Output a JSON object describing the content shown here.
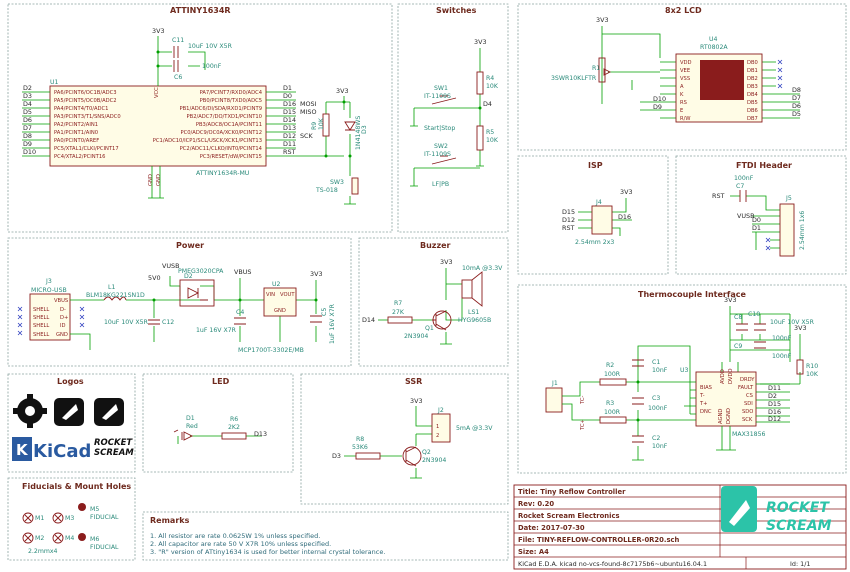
{
  "sheet": {
    "border_color": "#8aa4a0",
    "wire_color": "#00a000",
    "symbol_color": "#8a1c1c",
    "label_color": "#2a8a7a"
  },
  "sections": {
    "mcu": "ATTINY1634R",
    "switches": "Switches",
    "lcd": "8x2 LCD",
    "isp": "ISP",
    "ftdi": "FTDI Header",
    "power": "Power",
    "buzzer": "Buzzer",
    "thermo": "Thermocouple Interface",
    "logos": "Logos",
    "led": "LED",
    "ssr": "SSR",
    "fiducials": "Fiducials & Mount Holes",
    "remarks": "Remarks"
  },
  "mcu": {
    "ref": "U1",
    "value": "ATTINY1634R-MU",
    "power_pins": [
      "VCC",
      "GND",
      "GND"
    ],
    "supply": "3V3",
    "left_nets": [
      "D2",
      "D3",
      "D4",
      "D5",
      "D6",
      "D7",
      "D8",
      "D9",
      "D10"
    ],
    "left_pins": [
      "PA6/PCINT6/OC1B/ADC3",
      "PA5/PCINT5/OC0B/ADC2",
      "PA4/PCINT4/T0/ADC1",
      "PA3/PCINT3/T1/SNS/ADC0",
      "PA2/PCINT2/AIN1",
      "PA1/PCINT1/AIN0",
      "PA0/PCINT0/AREF",
      "PC5/XTAL1/CLKI/PCINT17",
      "PC4/XTAL2/PCINT16"
    ],
    "right_pins": [
      "PA7/PCINT7/RXD0/ADC4",
      "PB0/PCINT8/TXD0/ADC5",
      "PB1/ADC6/DI/SDA/RXD1/PCINT9",
      "PB2/ADC7/DO/TXD1/PCINT10",
      "PB3/ADC8/OC1A/PCINT11",
      "PC0/ADC9/OC0A/XCK0/PCINT12",
      "PC1/ADC10/ICP1/SCL/USCK/XCK1/PCINT13",
      "PC2/ADC11/CLKO/INT0/PCINT14",
      "PC3/RESET/dW/PCINT15"
    ],
    "right_nets": [
      "D1",
      "D0",
      "D16",
      "D15",
      "D14",
      "D13",
      "D12",
      "D11",
      "RST"
    ],
    "right_notes": [
      "",
      "",
      "MOSI",
      "MISO",
      "",
      "SCK",
      "",
      "",
      ""
    ],
    "c11": {
      "ref": "C11",
      "value": "10uF 10V X5R"
    },
    "c6": {
      "ref": "C6",
      "value": "100nF"
    },
    "r9": {
      "ref": "R9",
      "value": "10K"
    },
    "d3": {
      "ref": "D3",
      "value": "1N4148WS"
    },
    "sw3": {
      "ref": "SW3",
      "value": "TS-018"
    }
  },
  "switches": {
    "supply": "3V3",
    "r4": {
      "ref": "R4",
      "value": "10K"
    },
    "r5": {
      "ref": "R5",
      "value": "10K"
    },
    "sw1": {
      "ref": "SW1",
      "value": "IT-1109S",
      "label": "Start|Stop"
    },
    "sw2": {
      "ref": "SW2",
      "value": "IT-1109S",
      "label": "LF|PB"
    },
    "net": "D4"
  },
  "lcd": {
    "supply": "3V3",
    "ref": "U4",
    "value": "RT0802A",
    "trim": {
      "ref": "R1",
      "value": "3SWR10KLFTR"
    },
    "pins_left": [
      "VDD",
      "VEE",
      "VSS",
      "A",
      "K",
      "RS",
      "E",
      "R/W"
    ],
    "pins_right": [
      "DB0",
      "DB1",
      "DB2",
      "DB3",
      "DB4",
      "DB5",
      "DB6",
      "DB7"
    ],
    "nets_left": [
      "D10",
      "D9"
    ],
    "nets_right": [
      "D8",
      "D7",
      "D6",
      "D5"
    ]
  },
  "isp": {
    "ref": "J4",
    "value": "2.54mm 2x3",
    "supply": "3V3",
    "nets_left": [
      "D15",
      "D12",
      "RST"
    ],
    "nets_right": [
      "D16"
    ]
  },
  "ftdi": {
    "ref": "J5",
    "value": "2.54mm 1x6",
    "c7": {
      "ref": "C7",
      "value": "100nF"
    },
    "nets": [
      "RST",
      "VUSB",
      "D0",
      "D1"
    ]
  },
  "power": {
    "j3": {
      "ref": "J3",
      "value": "MICRO-USB",
      "pins": [
        "VBUS",
        "D-",
        "D+",
        "ID",
        "GND"
      ],
      "shell": [
        "SHELL",
        "SHELL",
        "SHELL",
        "SHELL"
      ]
    },
    "l1": {
      "ref": "L1",
      "value": "BLM18KG221SN1D"
    },
    "c12": {
      "ref": "C12",
      "value": "10uF 10V X5R"
    },
    "d2": {
      "ref": "D2",
      "value": "PMEG3020CPA"
    },
    "c4": {
      "ref": "C4",
      "value": "1uF 16V X7R"
    },
    "u2": {
      "ref": "U2",
      "value": "MCP1700T-3302E/MB",
      "pins": [
        "VIN",
        "VOUT",
        "GND"
      ]
    },
    "c5": {
      "ref": "C5",
      "value": "1uF 16V X7R"
    },
    "nets": [
      "5V0",
      "VUSB",
      "VBUS",
      "3V3"
    ]
  },
  "buzzer": {
    "supply": "3V3",
    "rating": "10mA @3.3V",
    "r7": {
      "ref": "R7",
      "value": "27K"
    },
    "q1": {
      "ref": "Q1",
      "value": "2N3904"
    },
    "ls1": {
      "ref": "LS1",
      "value": "HYG9605B"
    },
    "net": "D14"
  },
  "thermo": {
    "supply": "3V3",
    "j1": {
      "ref": "J1",
      "pins": [
        "TC-",
        "TC+"
      ]
    },
    "r2": {
      "ref": "R2",
      "value": "100R"
    },
    "r3": {
      "ref": "R3",
      "value": "100R"
    },
    "c1": {
      "ref": "C1",
      "value": "10nF"
    },
    "c2": {
      "ref": "C2",
      "value": "10nF"
    },
    "c3": {
      "ref": "C3",
      "value": "100nF"
    },
    "c8": {
      "ref": "C8",
      "value": "100nF"
    },
    "c9": {
      "ref": "C9",
      "value": "100nF"
    },
    "c10": {
      "ref": "C10",
      "value": "10uF 10V X5R"
    },
    "r10": {
      "ref": "R10",
      "value": "10K"
    },
    "u3": {
      "ref": "U3",
      "value": "MAX31856",
      "pins_left": [
        "BIAS",
        "T-",
        "T+",
        "DNC"
      ],
      "pins_right": [
        "DRDY",
        "FAULT",
        "CS",
        "SDI",
        "SDO",
        "SCK"
      ],
      "top": [
        "AVDD",
        "DVDD"
      ],
      "bottom": [
        "AGND",
        "DGND"
      ]
    },
    "nets": [
      "D11",
      "D2",
      "D15",
      "D16",
      "D12"
    ]
  },
  "logos": {
    "kicad": "KiCad",
    "rocket_scream_1": "ROCKET",
    "rocket_scream_2": "SCREAM"
  },
  "led": {
    "d1": {
      "ref": "D1",
      "value": "Red"
    },
    "r6": {
      "ref": "R6",
      "value": "2K2"
    },
    "net": "D13"
  },
  "ssr": {
    "supply": "3V3",
    "rating": "5mA @3.3V",
    "j2": {
      "ref": "J2",
      "pins": [
        "1",
        "2"
      ]
    },
    "r8": {
      "ref": "R8",
      "value": "53K6"
    },
    "q2": {
      "ref": "Q2",
      "value": "2N3904"
    },
    "net": "D3"
  },
  "fiducials": {
    "items": [
      "M1",
      "M3",
      "M2",
      "M4"
    ],
    "fid": [
      {
        "ref": "M5",
        "value": "FIDUCIAL"
      },
      {
        "ref": "M6",
        "value": "FIDUCIAL"
      }
    ],
    "size": "2.2mmx4"
  },
  "remarks": {
    "lines": [
      "1. All resistor are rate 0.0625W 1% unless specified.",
      "2. All capacitor are rate 50 V X7R 10% unless specified.",
      "3. \"R\" version of ATtiny1634 is used for better internal crystal tolerance."
    ]
  },
  "title_block": {
    "title": "Title: Tiny Reflow Controller",
    "rev": "Rev: 0.20",
    "company": "Rocket Scream Electronics",
    "date": "Date: 2017-07-30",
    "file": "File: TINY-REFLOW-CONTROLLER-0R20.sch",
    "size": "Size: A4",
    "tool": "KiCad E.D.A.  kicad no-vcs-found-8c7175b6~ubuntu16.04.1",
    "id": "Id: 1/1",
    "logo_1": "ROCKET",
    "logo_2": "SCREAM",
    "logo_bg": "#2cc3a8"
  }
}
